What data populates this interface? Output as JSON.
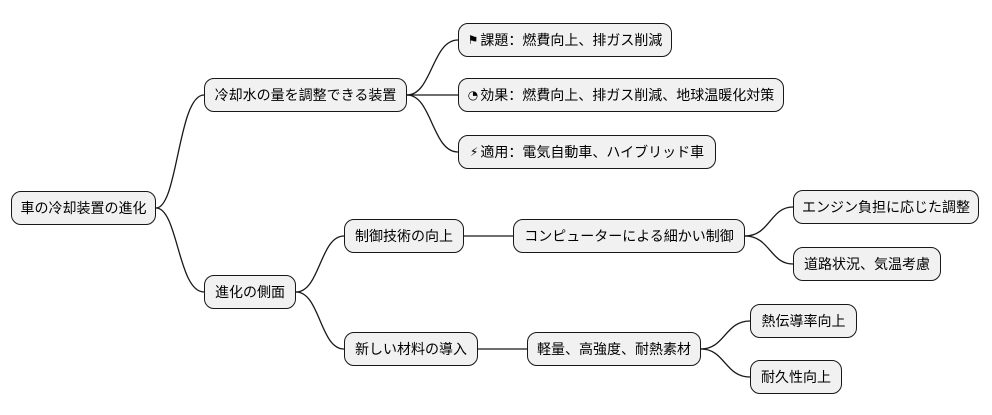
{
  "root": "車の冷却装置の進化",
  "branch1": {
    "label": "冷却水の量を調整できる装置",
    "items": [
      {
        "icon": "flag-icon",
        "glyph": "⚑",
        "label": "課題：燃費向上、排ガス削減"
      },
      {
        "icon": "gauge-icon",
        "glyph": "◔",
        "label": "効果：燃費向上、排ガス削減、地球温暖化対策"
      },
      {
        "icon": "lightning-icon",
        "glyph": "⚡",
        "label": "適用：電気自動車、ハイブリッド車"
      }
    ]
  },
  "branch2": {
    "label": "進化の側面",
    "sub1": {
      "label": "制御技術の向上",
      "child": "コンピューターによる細かい制御",
      "leaves": [
        "エンジン負担に応じた調整",
        "道路状況、気温考慮"
      ]
    },
    "sub2": {
      "label": "新しい材料の導入",
      "child": "軽量、高強度、耐熱素材",
      "leaves": [
        "熱伝導率向上",
        "耐久性向上"
      ]
    }
  }
}
